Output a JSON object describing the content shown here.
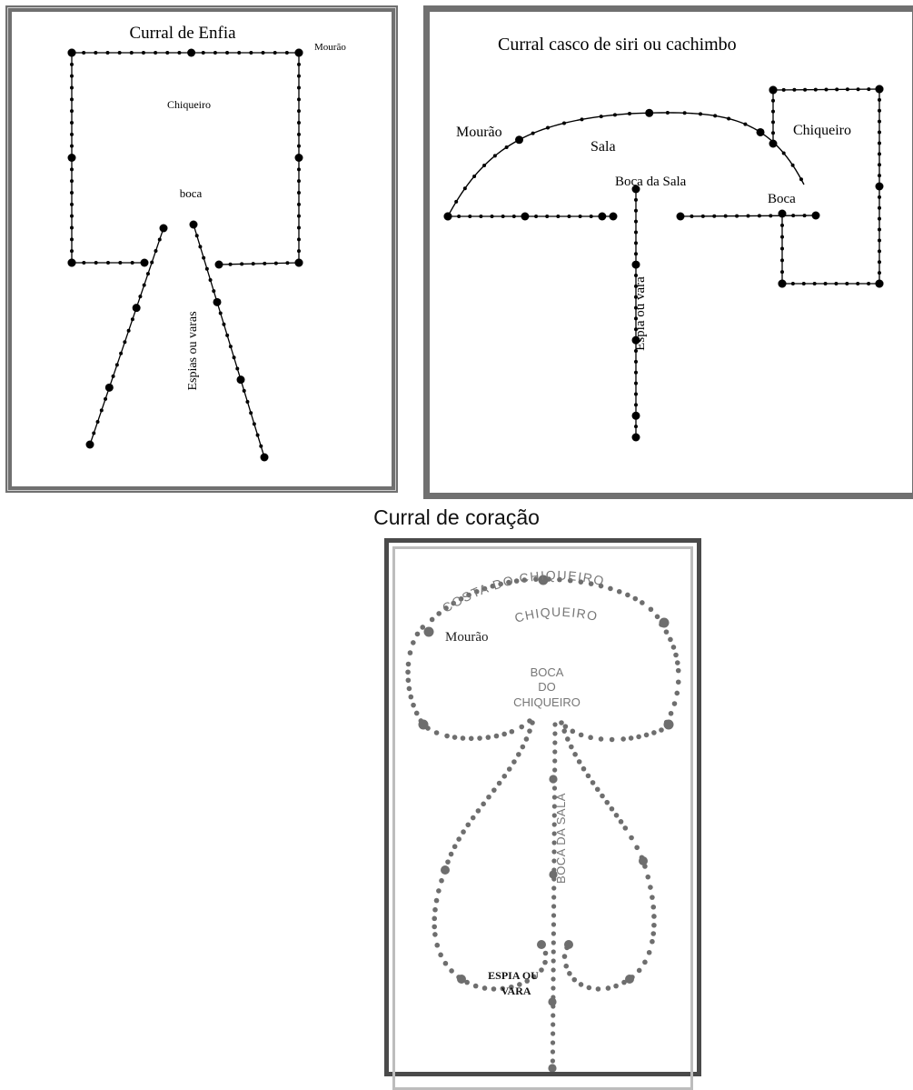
{
  "enfia": {
    "title": "Curral de Enfia",
    "labels": {
      "mourao": "Mourão",
      "chiqueiro": "Chiqueiro",
      "boca": "boca",
      "espias": "Espias ou varas"
    },
    "colors": {
      "stroke": "#000000",
      "frame": "#707070"
    }
  },
  "siri": {
    "title": "Curral casco de siri ou cachimbo",
    "labels": {
      "mourao": "Mourão",
      "sala": "Sala",
      "boca_sala": "Boca  da Sala",
      "chiqueiro": "Chiqueiro",
      "boca": "Boca",
      "espia": "Espia ou vara"
    },
    "colors": {
      "stroke": "#000000",
      "frame": "#707070"
    }
  },
  "coracao": {
    "caption": "Curral de coração",
    "labels": {
      "costa_do": "COSTA",
      "costa_mid": "DO",
      "costa_chiqueiro": "CHIQUEIRO",
      "chiqueiro": "CHIQUEIRO",
      "mourao": "Mourão",
      "boca_line1": "BOCA",
      "boca_line2": "DO",
      "boca_line3": "CHIQUEIRO",
      "boca_sala": "BOCA DA SALA",
      "espia_line1": "ESPIA OU",
      "espia_line2": "VARA"
    },
    "colors": {
      "dots": "#6e6e6e",
      "frame": "#4a4a4a",
      "inner_frame": "#bdbdbd"
    }
  }
}
